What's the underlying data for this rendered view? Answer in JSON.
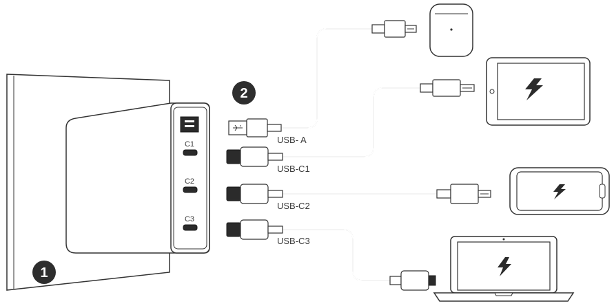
{
  "steps": {
    "one": "1",
    "two": "2"
  },
  "charger": {
    "ports": [
      "C1",
      "C2",
      "C3"
    ]
  },
  "cables": [
    {
      "label": "USB- A",
      "device": "earbuds-case"
    },
    {
      "label": "USB-C1",
      "device": "tablet"
    },
    {
      "label": "USB-C2",
      "device": "phone"
    },
    {
      "label": "USB-C3",
      "device": "laptop"
    }
  ],
  "icons": {
    "wall": "wall-outlet-icon",
    "charger": "charger-icon",
    "earbuds": "earbuds-case-icon",
    "tablet": "tablet-icon",
    "phone": "phone-icon",
    "laptop": "laptop-icon",
    "bolt": "lightning-bolt-icon"
  },
  "colors": {
    "line": "#333333",
    "plug_dark": "#2b2b2b",
    "step_badge": "#2e2e2e"
  }
}
